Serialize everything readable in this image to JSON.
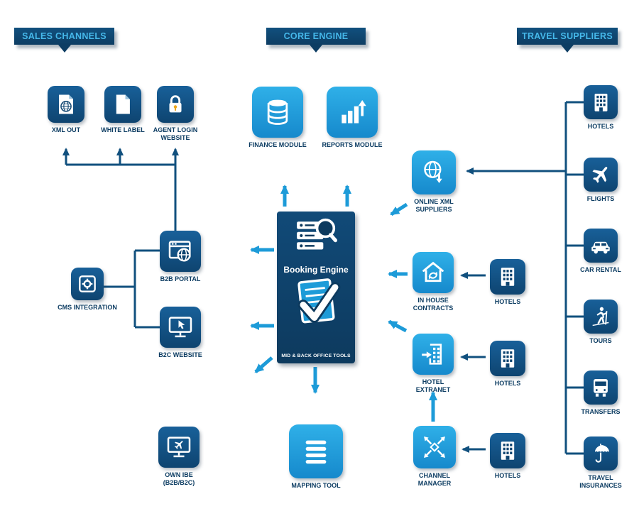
{
  "headers": {
    "sales_channels": "SALES CHANNELS",
    "core_engine": "CORE ENGINE",
    "travel_suppliers": "TRAVEL SUPPLIERS"
  },
  "booking_engine": {
    "title": "Booking Engine",
    "footer": "MID & BACK OFFICE TOOLS"
  },
  "nodes": {
    "xml_out": "XML OUT",
    "white_label": "WHITE LABEL",
    "agent_login": "AGENT LOGIN WEBSITE",
    "finance_module": "FINANCE MODULE",
    "reports_module": "REPORTS MODULE",
    "online_xml_suppliers": "ONLINE XML SUPPLIERS",
    "b2b_portal": "B2B PORTAL",
    "cms_integration": "CMS INTEGRATION",
    "b2c_website": "B2C WEBSITE",
    "in_house_contracts": "IN HOUSE CONTRACTS",
    "hotel_extranet": "HOTEL EXTRANET",
    "channel_manager": "CHANNEL MANAGER",
    "own_ibe": "OWN IBE (B2B/B2C)",
    "mapping_tool": "MAPPING TOOL",
    "hotels_inhouse": "HOTELS",
    "hotels_extranet": "HOTELS",
    "hotels_channel": "HOTELS",
    "sup_hotels": "HOTELS",
    "flights": "FLIGHTS",
    "car_rental": "CAR RENTAL",
    "tours": "TOURS",
    "transfers": "TRANSFERS",
    "travel_insurances": "TRAVEL INSURANCES"
  },
  "icons": [
    "document-globe-icon",
    "document-icon",
    "lock-icon",
    "database-icon",
    "bar-chart-icon",
    "globe-download-icon",
    "browser-globe-icon",
    "gear-box-icon",
    "monitor-cursor-icon",
    "house-sync-icon",
    "building-arrow-icon",
    "channel-hub-icon",
    "monitor-plane-icon",
    "list-icon",
    "building-icon",
    "plane-icon",
    "car-icon",
    "hiker-icon",
    "bus-icon",
    "umbrella-icon",
    "server-search-icon",
    "document-check-icon"
  ],
  "colors": {
    "dark_navy": "#0e4470",
    "bright_blue": "#1d9bd8",
    "header_text": "#45b8ea",
    "label_text": "#0c3c62",
    "line_navy": "#11507e"
  }
}
